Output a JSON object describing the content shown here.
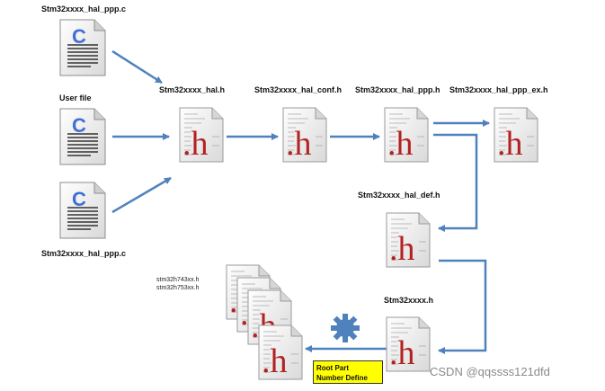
{
  "labels": {
    "c_file_top": "Stm32xxxx_hal_ppp.c",
    "c_file_mid": "User file",
    "c_file_bot": "Stm32xxxx_hal_ppp.c",
    "hal_h": "Stm32xxxx_hal.h",
    "hal_conf_h": "Stm32xxxx_hal_conf.h",
    "hal_ppp_h": "Stm32xxxx_hal_ppp.h",
    "hal_ppp_ex_h": "Stm32xxxx_hal_ppp_ex.h",
    "hal_def_h": "Stm32xxxx_hal_def.h",
    "stm32xxxx_h": "Stm32xxxx.h",
    "part_a": "stm32h743xx.h",
    "part_b": "stm32h753xx.h",
    "root_line1": "Root Part",
    "root_line2": "Number Define",
    "watermark": "CSDN @qqssss121dfd"
  },
  "icons": {
    "c_letter": "C",
    "h_letter": ".h"
  },
  "colors": {
    "arrow": "#4f81bd",
    "c_letter": "#3f6fd6",
    "h_letter": "#b22222",
    "root_box": "#ffff00",
    "gear": "#4f81bd"
  }
}
